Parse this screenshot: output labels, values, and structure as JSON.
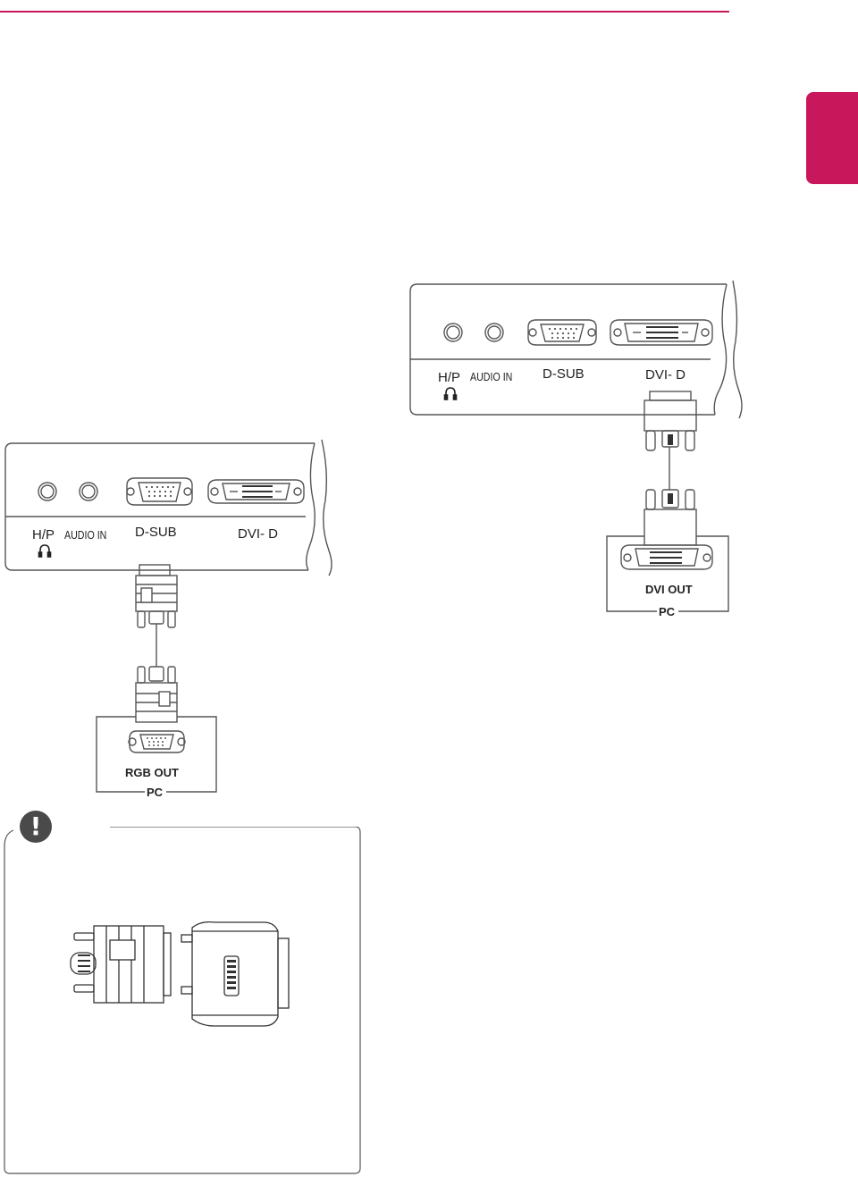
{
  "colors": {
    "accent": "#c8185b",
    "line": "#555555",
    "note_icon": "#4a4a4a"
  },
  "panel_left": {
    "ports": {
      "hp": "H/P",
      "audio_in": "AUDIO IN",
      "dsub": "D-SUB",
      "dvid": "DVI- D"
    },
    "pc": {
      "port_label": "RGB OUT",
      "label": "PC"
    }
  },
  "panel_right": {
    "ports": {
      "hp": "H/P",
      "audio_in": "AUDIO IN",
      "dsub": "D-SUB",
      "dvid": "DVI- D"
    },
    "pc": {
      "port_label": "DVI OUT",
      "label": "PC"
    }
  },
  "note": {
    "icon": "!"
  },
  "icons": {
    "headphone": "headphone-icon",
    "alert": "exclamation-icon"
  }
}
